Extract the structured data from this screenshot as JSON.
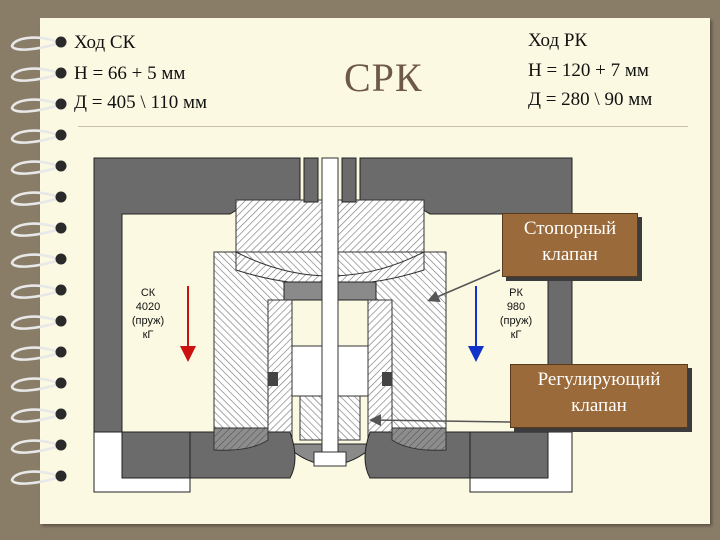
{
  "title": "СРК",
  "stroke_sk": {
    "heading": "Ход СК",
    "h_line": "Н = 66 + 5 мм",
    "d_line": "Д = 405 \\ 110 мм"
  },
  "stroke_rk": {
    "heading": "Ход РК",
    "h_line": "Н = 120 + 7 мм",
    "d_line": "Д = 280 \\ 90 мм"
  },
  "callouts": {
    "stop_valve": [
      "Стопорный",
      "клапан"
    ],
    "control_valve": [
      "Регулирующий",
      "клапан"
    ]
  },
  "forces": {
    "sk": [
      "СК",
      "4020",
      "(пруж)",
      "кГ"
    ],
    "rk": [
      "РК",
      "980",
      "(пруж)",
      "кГ"
    ]
  },
  "colors": {
    "page": "#fbf9e2",
    "callout_fill": "#9a6a3a",
    "arrow_sk": "#cc1111",
    "arrow_rk": "#1133cc",
    "metal_dark": "#6b6b6b",
    "metal_light": "#ffffff"
  }
}
